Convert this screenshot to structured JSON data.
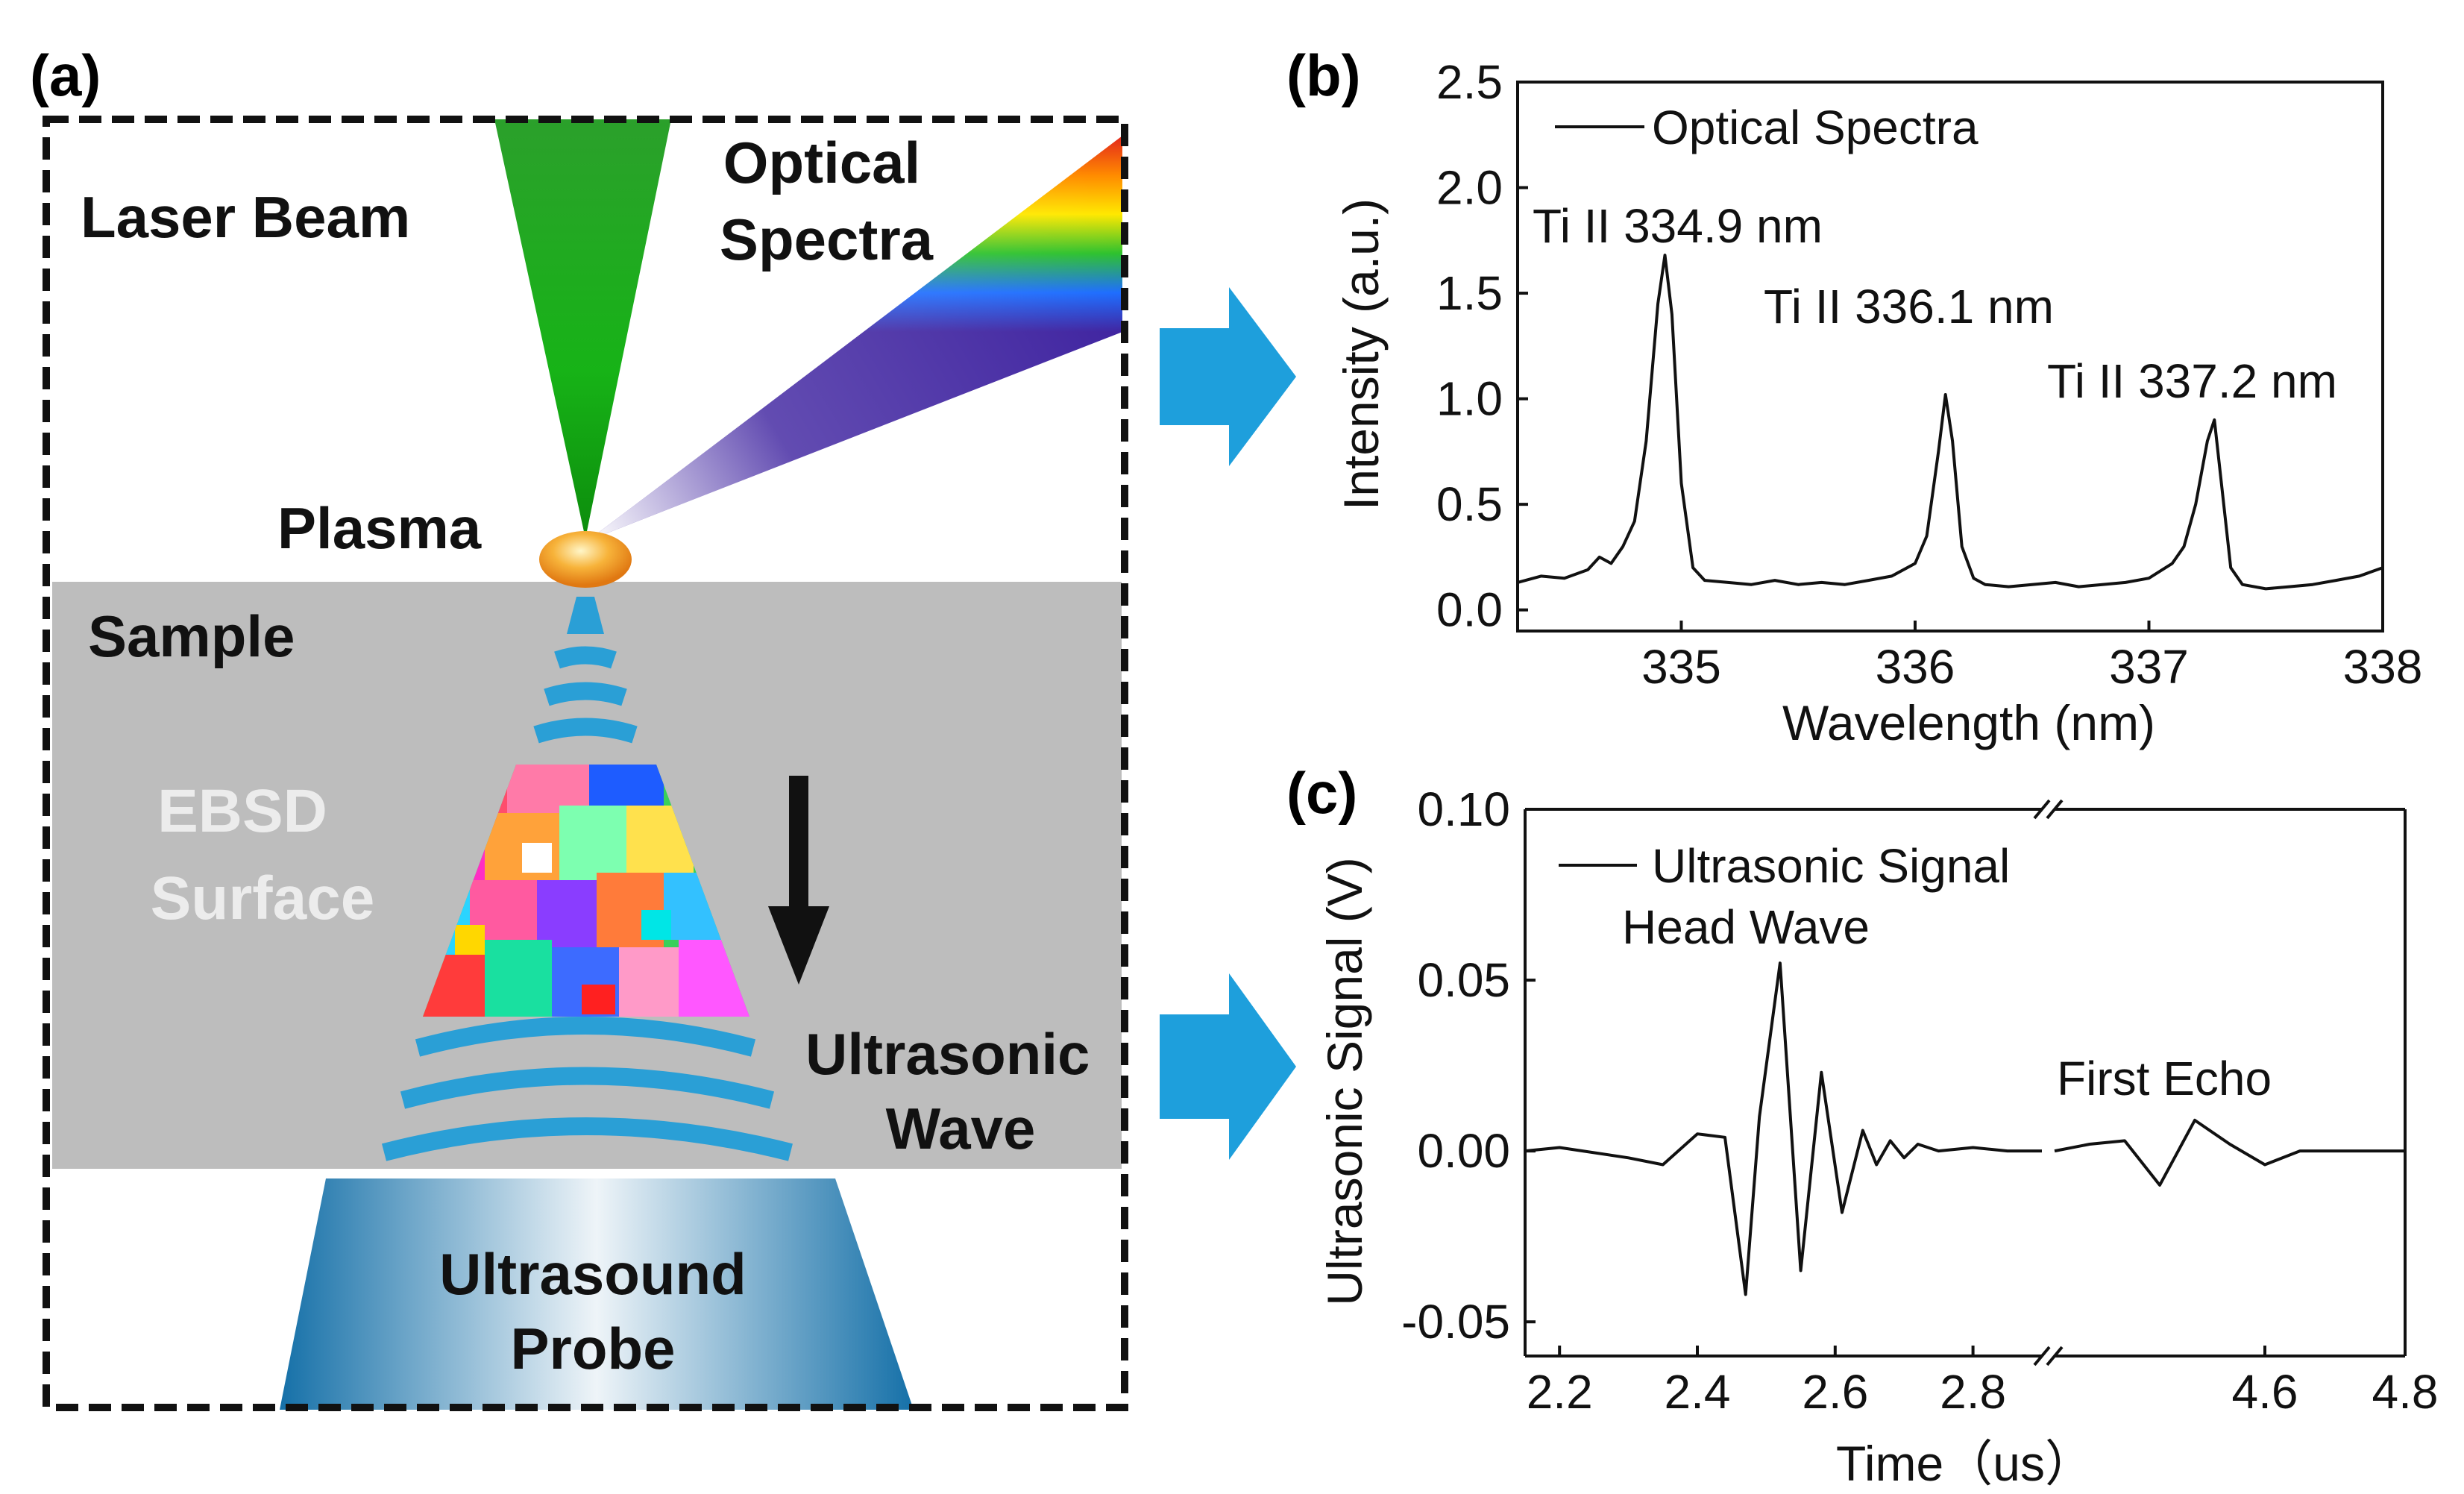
{
  "figure": {
    "panel_a": {
      "label": "(a)",
      "laser_beam": "Laser Beam",
      "optical_spectra_line1": "Optical",
      "optical_spectra_line2": "Spectra",
      "plasma": "Plasma",
      "sample": "Sample",
      "ebsd_line1": "EBSD",
      "ebsd_line2": "Surface",
      "ultrasonic_line1": "Ultrasonic",
      "ultrasonic_line2": "Wave",
      "probe_line1": "Ultrasound",
      "probe_line2": "Probe",
      "colors": {
        "sample_gray": "#bdbdbd",
        "wave_blue": "#2a9fd6",
        "beam_green": "#1fa81f",
        "arrow_blue": "#1e9fdc",
        "plasma_orange": "#f5a623"
      }
    },
    "panel_b": {
      "label": "(b)"
    },
    "panel_c": {
      "label": "(c)"
    }
  },
  "chart_data": [
    {
      "type": "line",
      "xlabel": "Wavelength (nm)",
      "ylabel": "Intensity (a.u.)",
      "xlim": [
        334.3,
        338
      ],
      "ylim": [
        -0.1,
        2.5
      ],
      "xticks": [
        "335",
        "336",
        "337",
        "338"
      ],
      "yticks": [
        "0.0",
        "0.5",
        "1.0",
        "1.5",
        "2.0",
        "2.5"
      ],
      "legend": "top-left",
      "series": [
        {
          "name": "Optical Spectra",
          "x": [
            334.3,
            334.4,
            334.5,
            334.6,
            334.65,
            334.7,
            334.75,
            334.8,
            334.85,
            334.9,
            334.93,
            334.96,
            335.0,
            335.05,
            335.1,
            335.2,
            335.3,
            335.4,
            335.5,
            335.6,
            335.7,
            335.8,
            335.9,
            336.0,
            336.05,
            336.1,
            336.13,
            336.16,
            336.2,
            336.25,
            336.3,
            336.4,
            336.5,
            336.6,
            336.7,
            336.8,
            336.9,
            337.0,
            337.1,
            337.15,
            337.2,
            337.25,
            337.28,
            337.31,
            337.35,
            337.4,
            337.5,
            337.6,
            337.7,
            337.8,
            337.9,
            338.0
          ],
          "y": [
            0.13,
            0.16,
            0.15,
            0.19,
            0.25,
            0.22,
            0.3,
            0.42,
            0.8,
            1.45,
            1.68,
            1.4,
            0.6,
            0.2,
            0.14,
            0.13,
            0.12,
            0.14,
            0.12,
            0.13,
            0.12,
            0.14,
            0.16,
            0.22,
            0.35,
            0.75,
            1.02,
            0.8,
            0.3,
            0.15,
            0.12,
            0.11,
            0.12,
            0.13,
            0.11,
            0.12,
            0.13,
            0.15,
            0.22,
            0.3,
            0.5,
            0.8,
            0.9,
            0.6,
            0.2,
            0.12,
            0.1,
            0.11,
            0.12,
            0.14,
            0.16,
            0.2
          ]
        }
      ],
      "annotations": [
        {
          "text": "Ti II 334.9 nm",
          "x": 334.9,
          "y": 1.75
        },
        {
          "text": "Ti II 336.1 nm",
          "x": 336.1,
          "y": 1.45
        },
        {
          "text": "Ti II 337.2 nm",
          "x": 337.2,
          "y": 1.0
        }
      ]
    },
    {
      "type": "line",
      "xlabel": "Time（us）",
      "ylabel": "Ultrasonic Signal (V)",
      "ylim": [
        -0.06,
        0.1
      ],
      "axis_break": true,
      "segments": [
        {
          "xlim": [
            2.15,
            2.9
          ],
          "xticks": [
            "2.2",
            "2.4",
            "2.6",
            "2.8"
          ]
        },
        {
          "xlim": [
            4.3,
            4.8
          ],
          "xticks": [
            "4.6",
            "4.8"
          ]
        }
      ],
      "yticks": [
        "0.10",
        "0.05",
        "0.00",
        "-0.05"
      ],
      "legend": "top-left",
      "series": [
        {
          "name": "Ultrasonic Signal",
          "segment1": {
            "x": [
              2.15,
              2.2,
              2.3,
              2.35,
              2.4,
              2.44,
              2.47,
              2.49,
              2.52,
              2.55,
              2.58,
              2.61,
              2.64,
              2.66,
              2.68,
              2.7,
              2.72,
              2.75,
              2.8,
              2.85,
              2.9
            ],
            "y": [
              0.0,
              0.001,
              -0.002,
              -0.004,
              0.005,
              0.004,
              -0.042,
              0.01,
              0.055,
              -0.035,
              0.023,
              -0.018,
              0.006,
              -0.004,
              0.003,
              -0.002,
              0.002,
              0.0,
              0.001,
              0.0,
              0.0
            ]
          },
          "segment2": {
            "x": [
              4.3,
              4.35,
              4.4,
              4.45,
              4.5,
              4.55,
              4.6,
              4.65,
              4.7,
              4.8
            ],
            "y": [
              0.0,
              0.002,
              0.003,
              -0.01,
              0.009,
              0.002,
              -0.004,
              0.0,
              0.0,
              0.0
            ]
          }
        }
      ],
      "annotations": [
        {
          "text": "Head Wave",
          "x": 2.52,
          "y": 0.06
        },
        {
          "text": "First Echo",
          "x": 4.55,
          "y": 0.015
        }
      ]
    }
  ]
}
